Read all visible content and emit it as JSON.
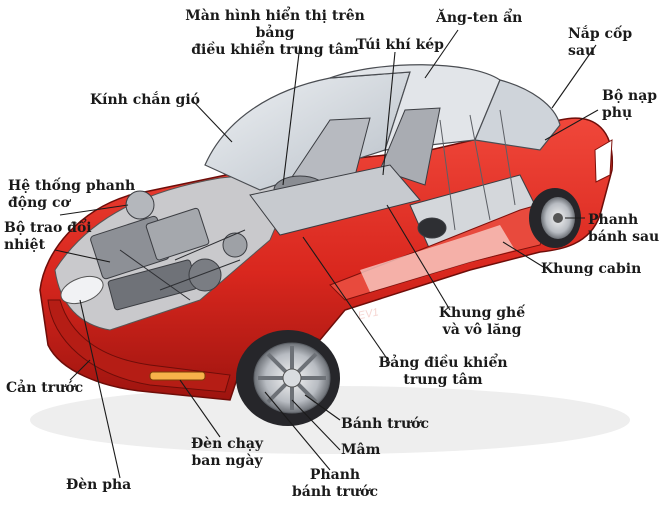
{
  "labels": {
    "dashboard_display": "Màn hình hiển thị trên bảng\nđiều khiển trung tâm",
    "hidden_antenna": "Ăng-ten ẩn",
    "rear_trunk_lid": "Nắp cốp sau",
    "dual_airbag": "Túi khí kép",
    "windshield": "Kính chắn gió",
    "onboard_charger": "Bộ nạp\nphụ",
    "engine_brake_system": "Hệ thống phanh\nđộng cơ",
    "heat_exchanger": "Bộ trao đổi\nnhiệt",
    "rear_brake": "Phanh\nbánh sau",
    "cabin_frame": "Khung cabin",
    "seat_frame_steering": "Khung ghế\nvà vô lăng",
    "center_console": "Bảng điều khiển\ntrung tâm",
    "front_bumper": "Cản trước",
    "front_wheel": "Bánh trước",
    "daytime_running_light": "Đèn chạy\nban ngày",
    "rim": "Mâm",
    "headlight": "Đèn pha",
    "front_brake": "Phanh\nbánh trước",
    "badge": "EV1"
  },
  "colors": {
    "body_red": "#d9271e",
    "body_dark_red": "#9e140f",
    "body_highlight": "#f26b58",
    "glass": "#d9dde2",
    "mechanics": "#8d9096",
    "tire": "#26262a",
    "leader_line": "#1a1a1a"
  }
}
